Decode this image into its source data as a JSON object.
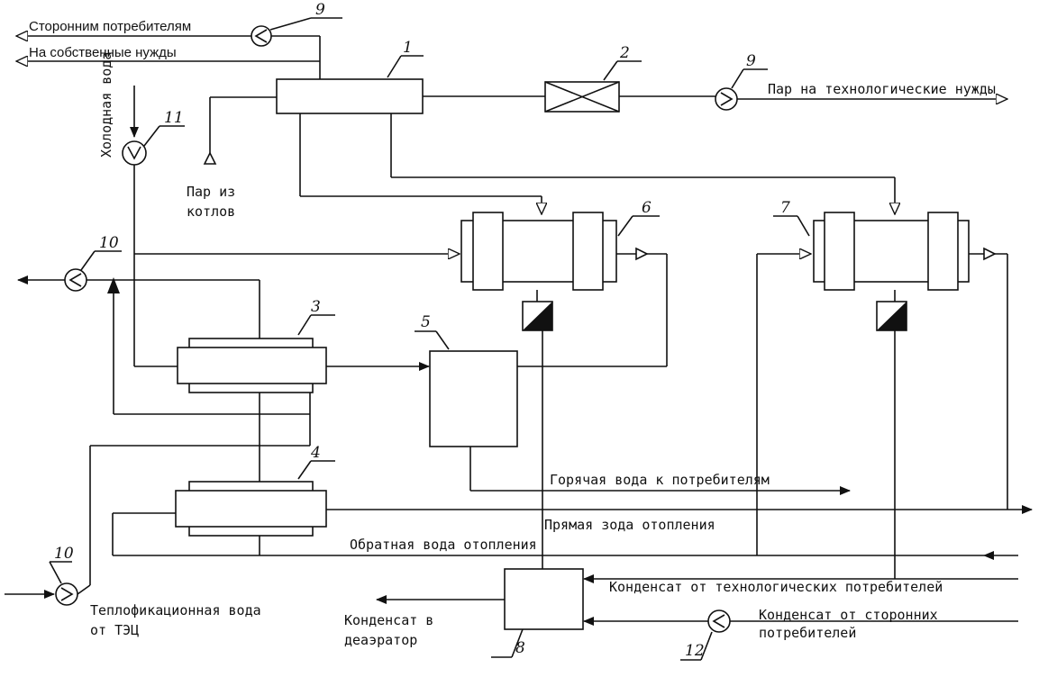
{
  "labels": {
    "third_party": "Сторонним потребителям",
    "own_needs": "На собственные нужды",
    "cold_water": "Холодная вода",
    "steam_from_boilers_1": "Пар из",
    "steam_from_boilers_2": "котлов",
    "process_steam": "Пар на технологические нужды",
    "hot_water": "Горячая вода к потребителям",
    "supply_heating": "Прямая зода отопления",
    "return_heating": "Обратная вода отопления",
    "process_condensate": "Конденсат от технологических потребителей",
    "third_party_condensate_1": "Конденсат от сторонних",
    "third_party_condensate_2": "потребителей",
    "district_water_1": "Теплофикационная вода",
    "district_water_2": "от ТЭЦ",
    "deaerator_1": "Конденсат в",
    "deaerator_2": "деаэратор"
  },
  "numbers": {
    "n1": "1",
    "n2": "2",
    "n3": "3",
    "n4": "4",
    "n5": "5",
    "n6": "6",
    "n7": "7",
    "n8": "8",
    "n9a": "9",
    "n9b": "9",
    "n10a": "10",
    "n10b": "10",
    "n11": "11",
    "n12": "12"
  }
}
